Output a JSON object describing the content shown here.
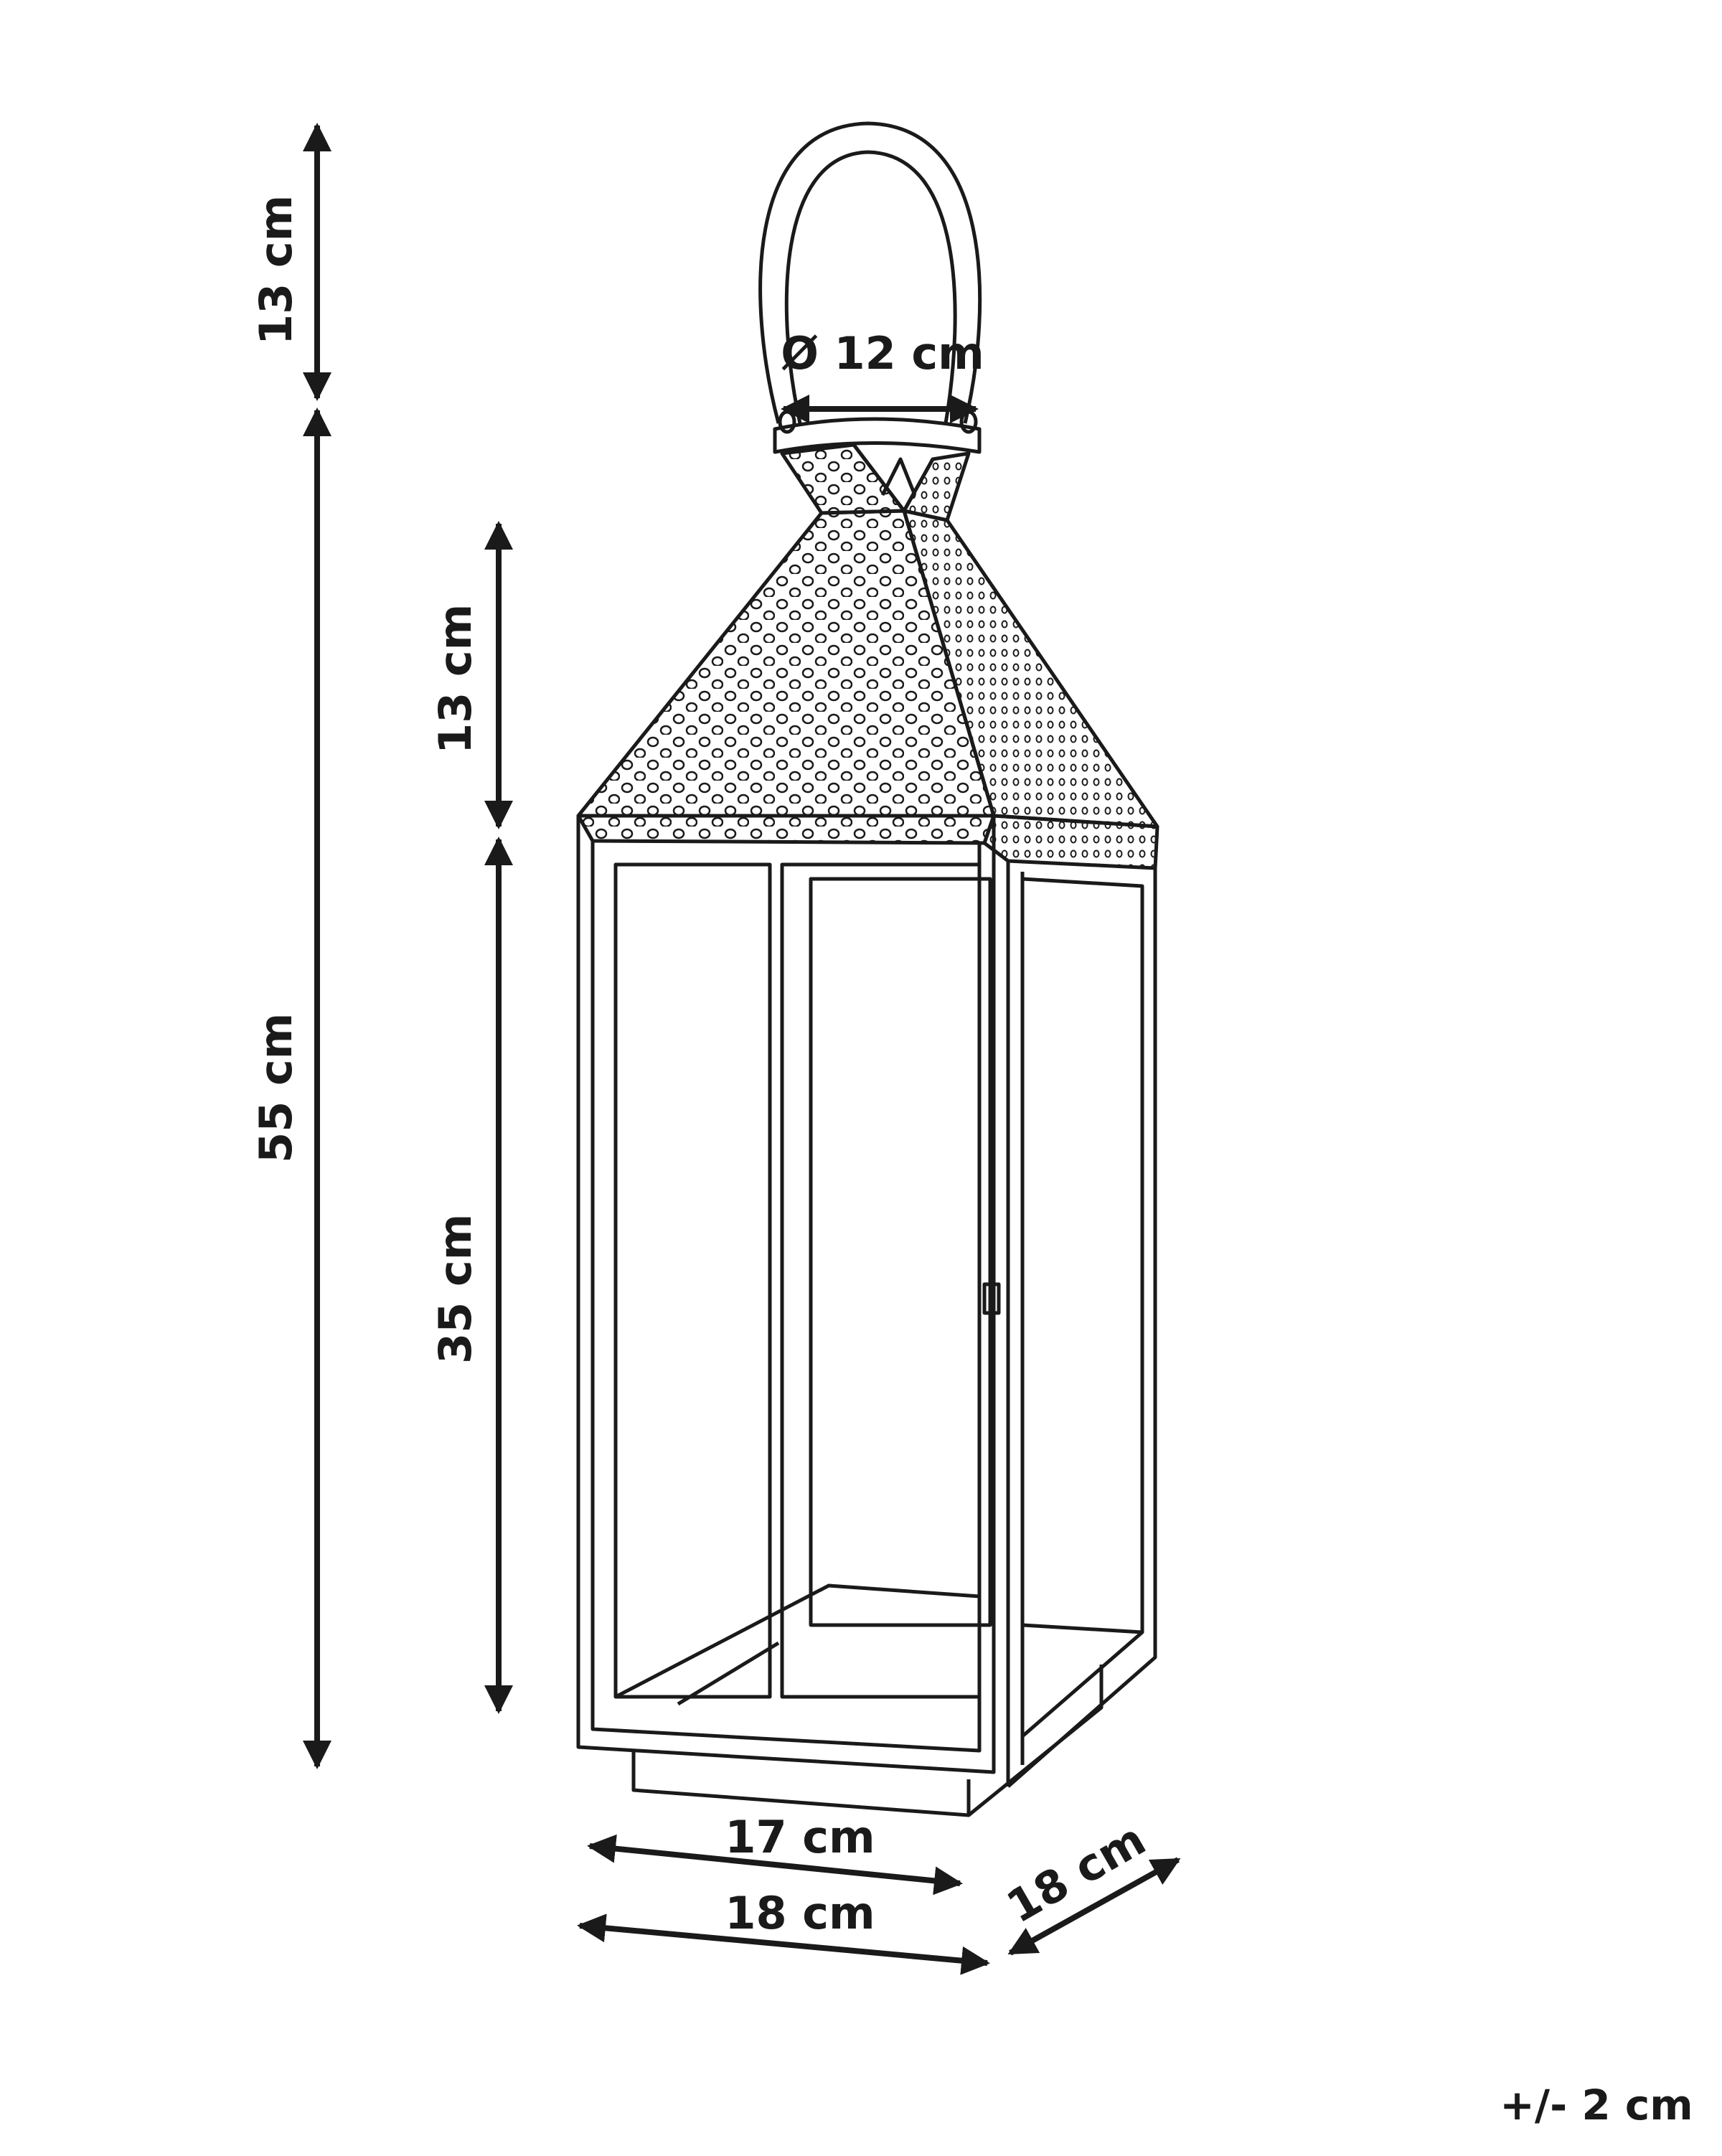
{
  "diagram": {
    "type": "product-dimension-drawing",
    "subject": "lantern",
    "colors": {
      "ink": "#1a1a1a",
      "background": "#ffffff"
    },
    "dimensions": {
      "handle_height": "13 cm",
      "body_height": "55 cm",
      "roof_height": "13 cm",
      "glass_height": "35 cm",
      "handle_diameter": "Ø 12 cm",
      "base_width": "17 cm",
      "total_width": "18 cm",
      "total_depth": "18 cm"
    },
    "tolerance": "+/- 2 cm"
  }
}
